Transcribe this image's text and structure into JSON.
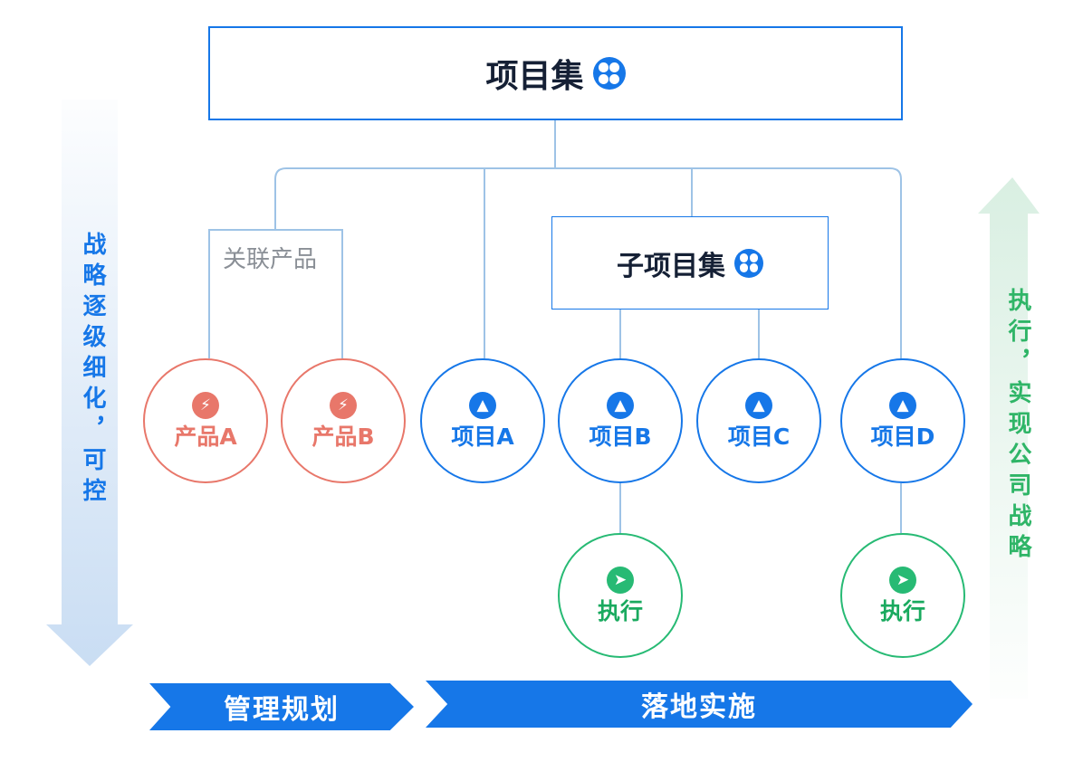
{
  "colors": {
    "primary_blue": "#1677e8",
    "line_blue": "#9ec3e6",
    "product_coral": "#e8776a",
    "exec_green": "#27ba74",
    "related_gray": "#8a8f96"
  },
  "diagram": {
    "root": {
      "label": "项目集",
      "icon": "cluster-icon"
    },
    "sub_program": {
      "label": "子项目集",
      "icon": "cluster-icon"
    },
    "related_products_label": "关联产品",
    "products": [
      {
        "label": "产品A",
        "icon": "lightbulb-icon"
      },
      {
        "label": "产品B",
        "icon": "lightbulb-icon"
      }
    ],
    "projects": [
      {
        "label": "项目A",
        "icon": "rocket-icon"
      },
      {
        "label": "项目B",
        "icon": "rocket-icon"
      },
      {
        "label": "项目C",
        "icon": "rocket-icon"
      },
      {
        "label": "项目D",
        "icon": "rocket-icon"
      }
    ],
    "executions": [
      {
        "label": "执行",
        "icon": "runner-icon"
      },
      {
        "label": "执行",
        "icon": "runner-icon"
      }
    ],
    "left_side_text": "战略逐级细化，可控",
    "right_side_text": "执行，实现公司战略",
    "banners": {
      "management": "管理规划",
      "implementation": "落地实施"
    }
  }
}
